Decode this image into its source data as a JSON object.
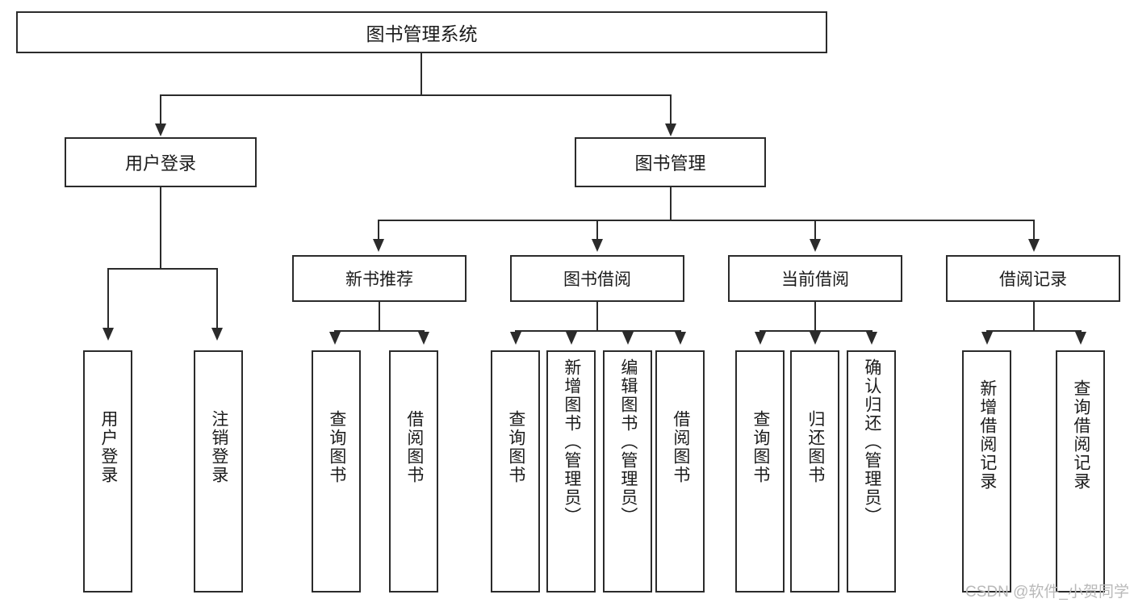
{
  "diagram": {
    "type": "tree-hierarchy",
    "title": "图书管理系统",
    "root": {
      "label": "图书管理系统"
    },
    "level2": [
      {
        "label": "用户登录"
      },
      {
        "label": "图书管理"
      }
    ],
    "level3": [
      {
        "label": "新书推荐"
      },
      {
        "label": "图书借阅"
      },
      {
        "label": "当前借阅"
      },
      {
        "label": "借阅记录"
      }
    ],
    "leaves": {
      "user_login": [
        {
          "label": "用户登录"
        },
        {
          "label": "注销登录"
        }
      ],
      "new_book": [
        {
          "label": "查询图书"
        },
        {
          "label": "借阅图书"
        }
      ],
      "book_borrow": [
        {
          "label": "查询图书"
        },
        {
          "label": "新增图书（管理员）"
        },
        {
          "label": "编辑图书（管理员）"
        },
        {
          "label": "借阅图书"
        }
      ],
      "current_borrow": [
        {
          "label": "查询图书"
        },
        {
          "label": "归还图书"
        },
        {
          "label": "确认归还（管理员）"
        }
      ],
      "borrow_record": [
        {
          "label": "新增借阅记录"
        },
        {
          "label": "查询借阅记录"
        }
      ]
    }
  },
  "watermark": {
    "text": "CSDN @软件_小贺同学"
  },
  "colors": {
    "border": "#2b2b2b",
    "text": "#1b1b1b",
    "background": "#ffffff",
    "watermark": "#b9b9b9"
  }
}
